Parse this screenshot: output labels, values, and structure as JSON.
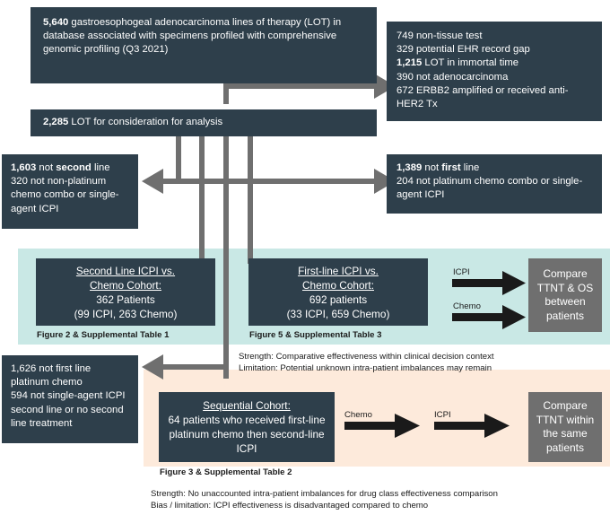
{
  "colors": {
    "box_navy": "#2e3f4b",
    "box_gray": "#6f6f6f",
    "band_teal": "#c9e8e5",
    "band_peach": "#fdeadb",
    "connector_gray": "#6f6f6f",
    "arrow_black": "#1a1a1a",
    "text_light": "#ffffff",
    "text_dark": "#1a1a1a"
  },
  "boxes": {
    "source_cohort": {
      "count": "5,640",
      "text": " gastroesophogeal adenocarcinoma lines of therapy (LOT) in database associated with specimens profiled with comprehensive genomic profiling (Q3 2021)"
    },
    "exclusions_top": {
      "l1": "749 non-tissue test",
      "l2": "329 potential EHR record gap",
      "l3_bold": "1,215",
      "l3": " LOT in immortal time",
      "l4": "390 not adenocarcinoma",
      "l5": "672 ERBB2 amplified or received anti-HER2 Tx"
    },
    "considered": {
      "count": "2,285",
      "text": " LOT for consideration for analysis"
    },
    "exclusions_second_line": {
      "l1_a": "1,603",
      "l1_b": " not ",
      "l1_c": "second",
      "l1_d": " line",
      "l2": "320 not non-platinum chemo combo or single-agent ICPI"
    },
    "exclusions_first_line": {
      "l1_a": "1,389",
      "l1_b": " not ",
      "l1_c": "first",
      "l1_d": " line",
      "l2": "204 not platinum chemo combo or single-agent ICPI"
    },
    "second_line_cohort": {
      "title1": "Second Line ICPI vs.",
      "title2": "Chemo Cohort:",
      "line3": "362 Patients",
      "line4": "(99 ICPI, 263 Chemo)"
    },
    "first_line_cohort": {
      "title1": "First-line ICPI vs.",
      "title2": "Chemo Cohort:",
      "line3": "692 patients",
      "line4": "(33 ICPI, 659 Chemo)"
    },
    "exclusions_sequential": {
      "l1": "1,626 not first line platinum chemo",
      "l2": "594 not single-agent ICPI second line or no second line treatment"
    },
    "sequential_cohort": {
      "title1": "Sequential Cohort:",
      "line2": "64 patients who received first-line platinum chemo then second-line ICPI"
    },
    "compare_between": "Compare TTNT & OS between patients",
    "compare_within": "Compare TTNT within the same patients"
  },
  "arrow_labels": {
    "icpi": "ICPI",
    "chemo": "Chemo",
    "seq_chemo": "Chemo",
    "seq_icpi": "ICPI"
  },
  "captions": {
    "figure2": "Figure 2 & Supplemental Table 1",
    "figure5": "Figure 5 & Supplemental Table 3",
    "figure3": "Figure 3 & Supplemental Table 2"
  },
  "notes": {
    "middle": "Strength: Comparative effectiveness within clinical decision context\nLimitation: Potential unknown intra-patient imbalances may remain",
    "bottom": "Strength: No unaccounted intra-patient imbalances for drug class effectiveness comparison\nBias / limitation: ICPI effectiveness is disadvantaged compared to chemo"
  }
}
